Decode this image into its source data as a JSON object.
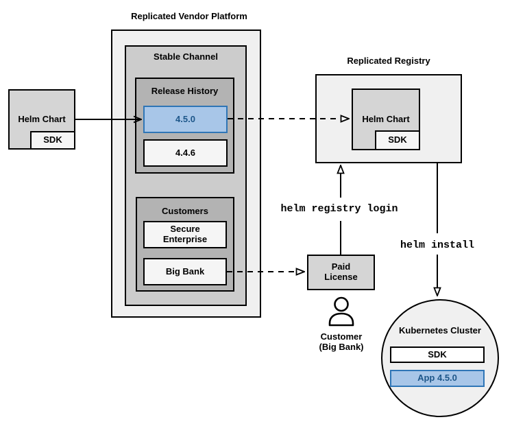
{
  "colors": {
    "accent_fill": "#a8c6e8",
    "accent_border": "#2e75b6",
    "accent_text": "#1d5689",
    "container_fill": "#f0f0f0",
    "channel_fill": "#cccccc",
    "group_fill": "#b3b3b3",
    "node_fill": "#d5d5d5",
    "leaf_fill": "#f5f5f5",
    "line_color": "#000000"
  },
  "platform": {
    "title": "Replicated Vendor Platform",
    "stable_channel": {
      "title": "Stable Channel",
      "release_history": {
        "title": "Release History",
        "releases": [
          {
            "version": "4.5.0",
            "highlighted": true
          },
          {
            "version": "4.4.6",
            "highlighted": false
          }
        ]
      },
      "customers": {
        "title": "Customers",
        "items": [
          "Secure Enterprise",
          "Big Bank"
        ]
      }
    }
  },
  "source": {
    "helm_chart_label": "Helm Chart",
    "sdk_label": "SDK"
  },
  "registry": {
    "title": "Replicated Registry",
    "helm_chart_label": "Helm Chart",
    "sdk_label": "SDK"
  },
  "license": {
    "label": "Paid License"
  },
  "customer": {
    "line1": "Customer",
    "line2": "(Big Bank)",
    "icon": "person-outline-icon"
  },
  "commands": {
    "registry_login": "helm registry login",
    "install": "helm install"
  },
  "cluster": {
    "title": "Kubernetes Cluster",
    "sdk_label": "SDK",
    "app_label": "App 4.5.0"
  }
}
